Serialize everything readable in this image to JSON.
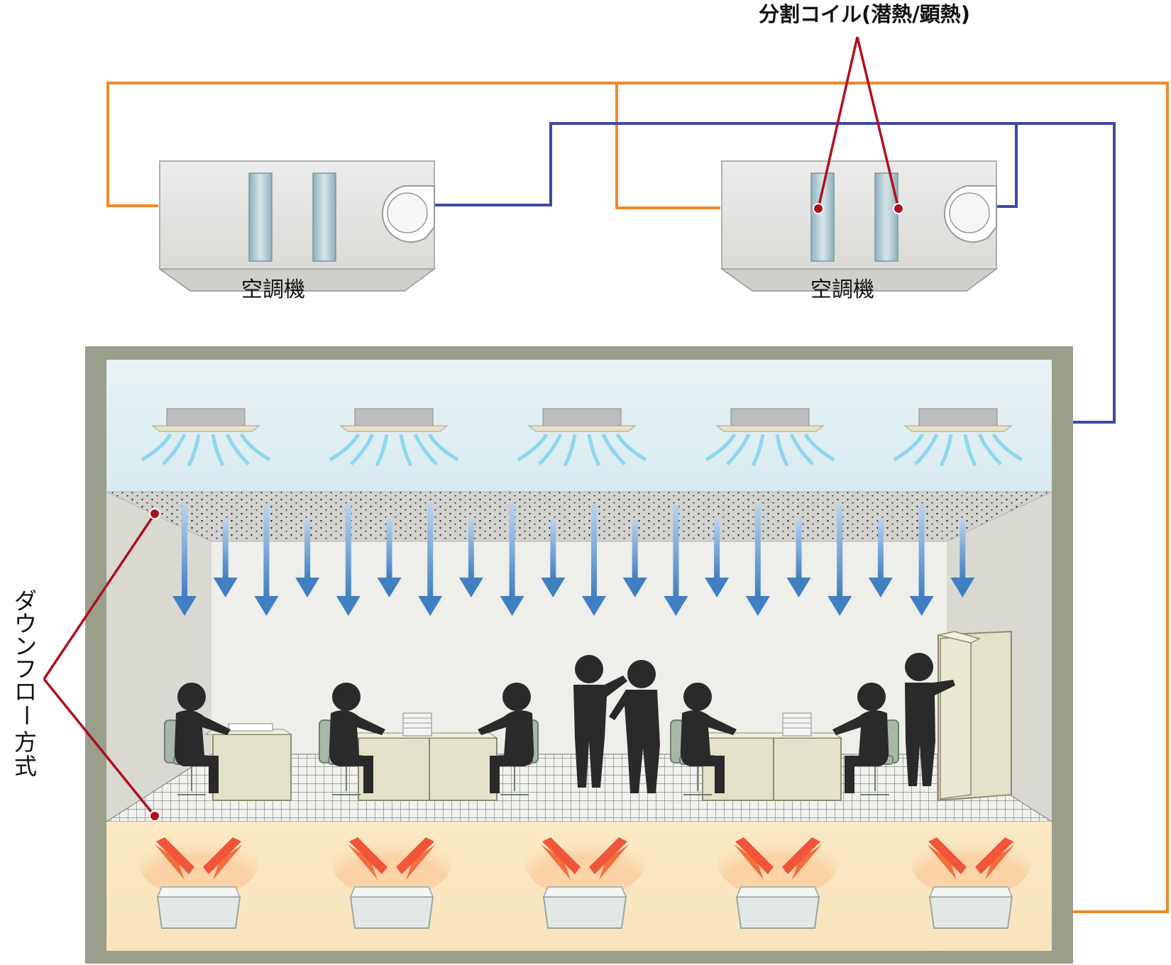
{
  "title_label": "分割コイル(潜熱/顕熱)",
  "ahu_labels": [
    "空調機",
    "空調機"
  ],
  "downflow_label": [
    "ダ",
    "ウ",
    "ン",
    "フ",
    "ロ",
    "ー",
    "方",
    "式"
  ],
  "colors": {
    "hot_pipe": "#f0892b",
    "cold_pipe": "#3c4aa5",
    "annotation": "#b0101e",
    "room_wall": "#9a9e8c",
    "arrow": "#4a86c8",
    "person": "#2a2a2a",
    "heat": "#f26f3c"
  },
  "ceiling_unit_count": 5,
  "heat_source_count": 5,
  "icons": [
    "air-handling-unit",
    "coil",
    "fan",
    "ceiling-cassette",
    "perforated-ceiling",
    "raised-floor",
    "person",
    "desk",
    "chair",
    "cabinet",
    "heat-source"
  ]
}
